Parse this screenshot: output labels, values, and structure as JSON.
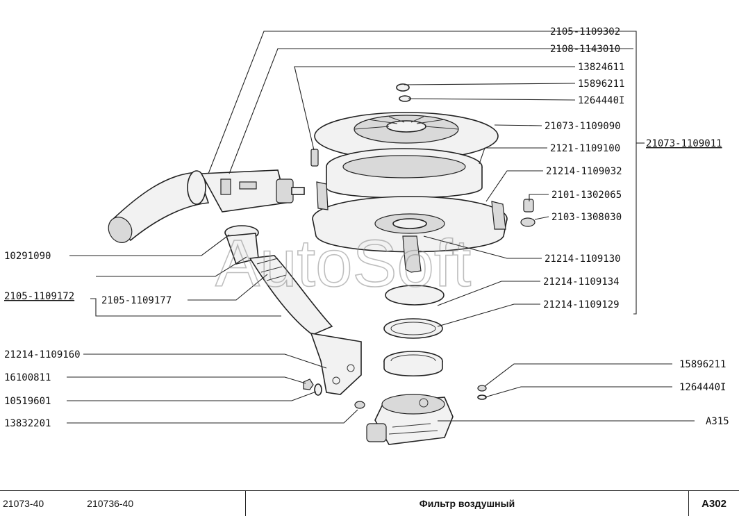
{
  "parts": {
    "p2105_1109302": "2105-1109302",
    "p2108_1143010": "2108-1143010",
    "p13824611": "13824611",
    "p15896211_top": "15896211",
    "p1264440I_top": "1264440I",
    "p21073_1109090": "21073-1109090",
    "p2121_1109100": "2121-1109100",
    "p21214_1109032": "21214-1109032",
    "p2101_1302065": "2101-1302065",
    "p2103_1308030": "2103-1308030",
    "p21214_1109130": "21214-1109130",
    "p21214_1109134": "21214-1109134",
    "p21214_1109129": "21214-1109129",
    "p21073_1109011": "21073-1109011",
    "p10291090": "10291090",
    "p2105_1109172": "2105-1109172",
    "p2105_1109177": "2105-1109177",
    "p21214_1109160": "21214-1109160",
    "p16100811": "16100811",
    "p10519601": "10519601",
    "p13832201": "13832201",
    "p15896211_bot": "15896211",
    "p1264440I_bot": "1264440I",
    "pA315": "A315"
  },
  "watermark": "AutoSoft",
  "footer": {
    "model_1": "21073-40",
    "model_2": "210736-40",
    "title": "Фильтр воздушный",
    "code": "A302"
  }
}
